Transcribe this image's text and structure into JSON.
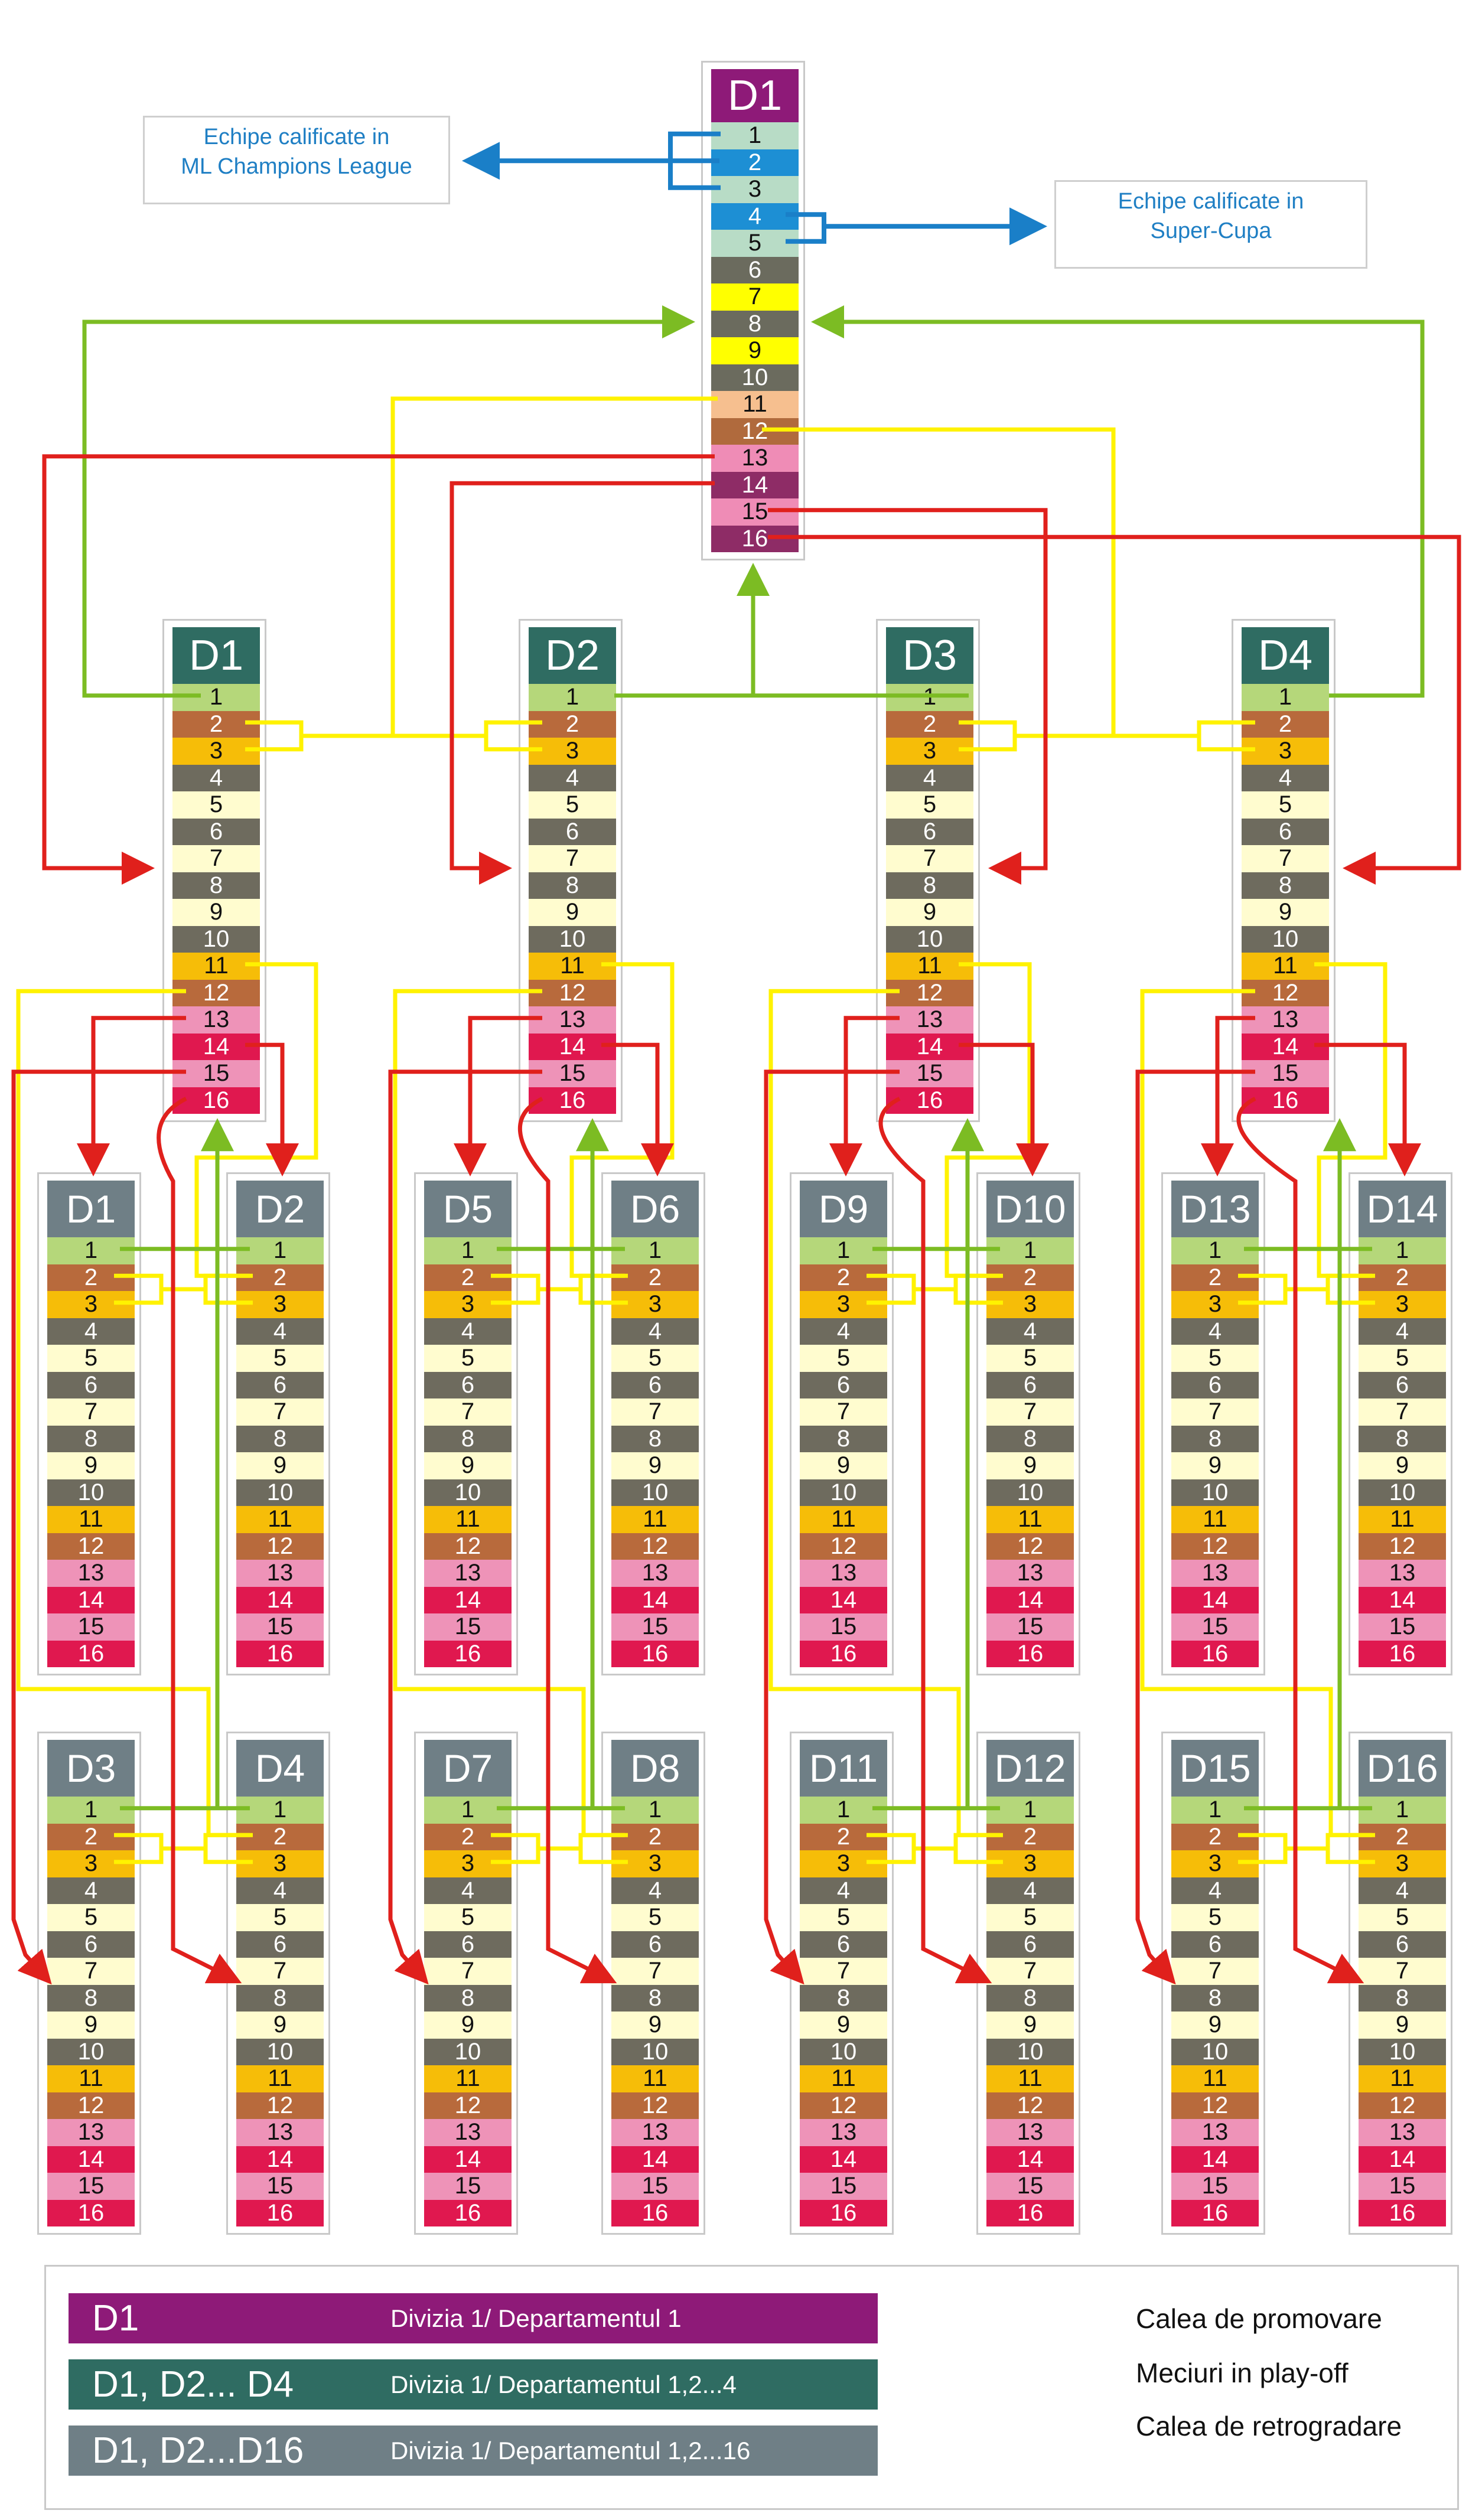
{
  "top_league": {
    "code": "D1",
    "color": "#8e1a78",
    "ranks": [
      "1",
      "2",
      "3",
      "4",
      "5",
      "6",
      "7",
      "8",
      "9",
      "10",
      "11",
      "12",
      "13",
      "14",
      "15",
      "16"
    ],
    "rank_colors": [
      "#b8dcc6",
      "#1d8fd4",
      "#b8dcc6",
      "#1d8fd4",
      "#b8dcc6",
      "#6b6b5e",
      "#ffff00",
      "#6b6b5e",
      "#ffff00",
      "#6b6b5e",
      "#f6bf8f",
      "#b06a3d",
      "#ef8cb6",
      "#8e2c66",
      "#ef8cb6",
      "#8e2c66"
    ]
  },
  "callouts": {
    "champions_line1": "Echipe calificate in",
    "champions_line2": "ML Champions League",
    "supercup_line1": "Echipe calificate in",
    "supercup_line2": "Super-Cupa"
  },
  "second_tier": {
    "color": "#2f6c62",
    "codes": [
      "D1",
      "D2",
      "D3",
      "D4"
    ]
  },
  "third_tier": {
    "color": "#6f7f86",
    "codes": [
      "D1",
      "D2",
      "D3",
      "D4",
      "D5",
      "D6",
      "D7",
      "D8",
      "D9",
      "D10",
      "D11",
      "D12",
      "D13",
      "D14",
      "D15",
      "D16"
    ]
  },
  "tier_ranks": [
    "1",
    "2",
    "3",
    "4",
    "5",
    "6",
    "7",
    "8",
    "9",
    "10",
    "11",
    "12",
    "13",
    "14",
    "15",
    "16"
  ],
  "tier_rank_colors": [
    "#b5d77a",
    "#b86a3c",
    "#f6bd08",
    "#6e6b5e",
    "#fffccf",
    "#6e6b5e",
    "#fffccf",
    "#6e6b5e",
    "#fffccf",
    "#6e6b5e",
    "#f6bd08",
    "#b86a3c",
    "#ee93b8",
    "#e0184f",
    "#ee93b8",
    "#e0184f"
  ],
  "tier_rank_text_colors": [
    "#111111",
    "#ffffff",
    "#111111",
    "#ffffff",
    "#111111",
    "#ffffff",
    "#111111",
    "#ffffff",
    "#111111",
    "#ffffff",
    "#111111",
    "#ffffff",
    "#111111",
    "#ffffff",
    "#111111",
    "#ffffff"
  ],
  "legend": {
    "items": [
      {
        "code": "D1",
        "description": "Divizia 1/ Departamentul 1",
        "color": "#8e1a78"
      },
      {
        "code": "D1, D2... D4",
        "description": "Divizia 1/ Departamentul 1,2...4",
        "color": "#2f6c62"
      },
      {
        "code": "D1, D2...D16",
        "description": "Divizia 1/ Departamentul 1,2...16",
        "color": "#6f7f86"
      }
    ],
    "arrows": [
      {
        "label": "Calea de promovare",
        "color": "#7cbc23"
      },
      {
        "label": "Meciuri in play-off",
        "color": "#fff200"
      },
      {
        "label": "Calea de retrogradare",
        "color": "#e0201c"
      }
    ]
  },
  "colors": {
    "qualify_arrow": "#1a7fc8",
    "promotion": "#7cbc23",
    "playoff": "#fff200",
    "relegation": "#e0201c"
  }
}
